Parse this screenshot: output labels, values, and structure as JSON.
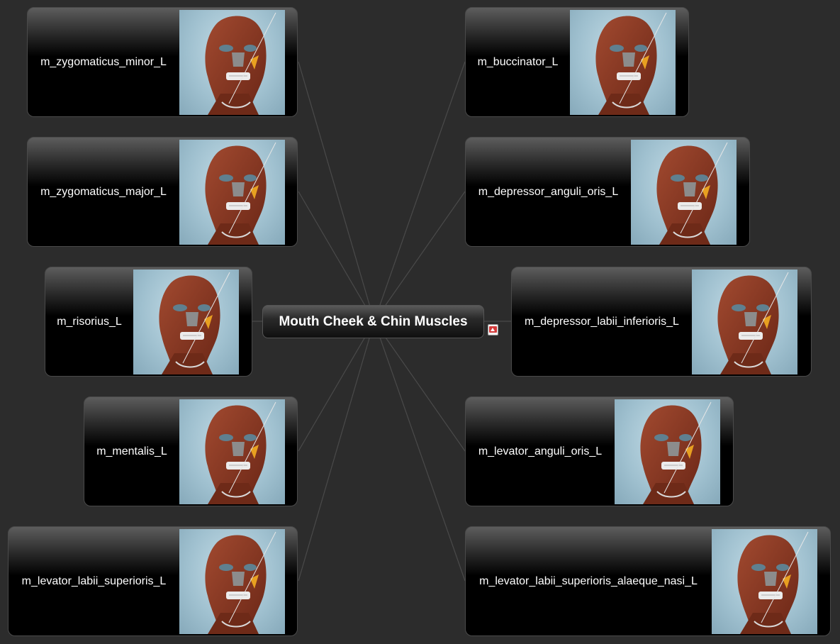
{
  "central_topic": {
    "title": "Mouth Cheek & Chin Muscles"
  },
  "attachment": {
    "icon": "pdf-attachment-icon",
    "color": "#d33a3a"
  },
  "topics": [
    {
      "label": "m_zygomaticus_minor_L",
      "side": "left"
    },
    {
      "label": "m_zygomaticus_major_L",
      "side": "left"
    },
    {
      "label": "m_risorius_L",
      "side": "left"
    },
    {
      "label": "m_mentalis_L",
      "side": "left"
    },
    {
      "label": "m_levator_labii_superioris_L",
      "side": "left"
    },
    {
      "label": "m_buccinator_L",
      "side": "right"
    },
    {
      "label": "m_depressor_anguli_oris_L",
      "side": "right"
    },
    {
      "label": "m_depressor_labii_inferioris_L",
      "side": "right"
    },
    {
      "label": "m_levator_anguli_oris_L",
      "side": "right"
    },
    {
      "label": "m_levator_labii_superioris_alaeque_nasi_L",
      "side": "right"
    }
  ],
  "colors": {
    "background": "#2c2c2c",
    "connector": "#4a4a4a",
    "muscle": "#8a3a24",
    "highlight": "#e8a020",
    "image_bg": "#a9c8d6"
  }
}
